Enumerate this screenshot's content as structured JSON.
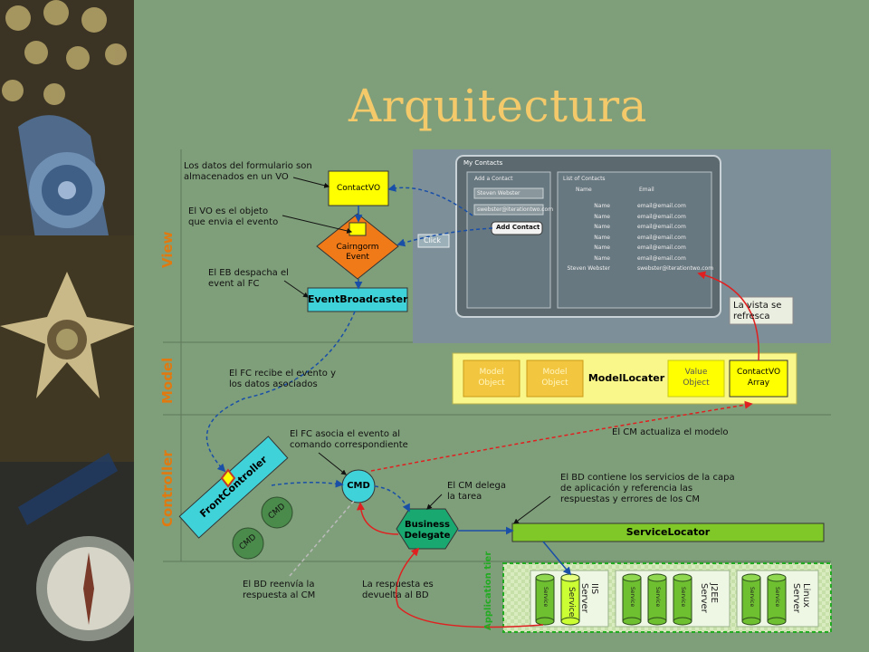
{
  "slide": {
    "title": "Arquitectura"
  },
  "colors": {
    "background": "#7f9f7a",
    "title": "#f3c96a",
    "layer_label": "#e07a10",
    "yellow_box": "#ffff00",
    "cyan_box": "#3fd2d8",
    "orange_diamond": "#f07a18",
    "green_box": "#7fc828"
  },
  "layers": {
    "view": "View",
    "model": "Model",
    "controller": "Controller",
    "application_tier": "Application tier"
  },
  "mockup": {
    "panel_title": "My Contacts",
    "form_title": "Add a Contact",
    "name_value": "Steven Webster",
    "email_value": "swebster@iterationtwo.com",
    "add_button": "Add Contact",
    "list_title": "List of Contacts",
    "col_name": "Name",
    "col_email": "Email",
    "rows": [
      {
        "name": "Name",
        "email": "email@email.com"
      },
      {
        "name": "Name",
        "email": "email@email.com"
      },
      {
        "name": "Name",
        "email": "email@email.com"
      },
      {
        "name": "Name",
        "email": "email@email.com"
      },
      {
        "name": "Name",
        "email": "email@email.com"
      },
      {
        "name": "Name",
        "email": "email@email.com"
      },
      {
        "name": "Steven Webster",
        "email": "swebster@iterationtwo.com"
      }
    ],
    "click_label": "Click"
  },
  "nodes": {
    "contact_vo": "ContactVO",
    "cairngorm_event": "Cairngorm\nEvent",
    "event_broadcaster": "EventBroadcaster",
    "model_object_1": "Model\nObject",
    "model_object_2": "Model\nObject",
    "model_locater": "ModelLocater",
    "value_object": "Value\nObject",
    "contact_vo_array": "ContactVO\nArray",
    "front_controller": "FrontController",
    "cmd_main": "CMD",
    "cmd_2": "CMD",
    "cmd_3": "CMD",
    "business_delegate": "Business\nDelegate",
    "service_locator": "ServiceLocator"
  },
  "annotations": {
    "form_data": "Los datos del formulario son\nalmacenados en un VO",
    "vo_event": "El VO es el objeto\nque envia el evento",
    "eb_dispatch": "El EB despacha el\nevent al FC",
    "view_refresh": "La vista se\nrefresca",
    "fc_receive": "El FC recibe el evento y\nlos datos asociados",
    "fc_associate": "El FC asocia el evento al\ncomando correspondiente",
    "cm_update": "El CM actualiza el modelo",
    "cm_delegate": "El CM delega\nla tarea",
    "bd_contains": "El BD contiene los servicios de la capa\nde aplicación y referencia las\nrespuestas y errores de los CM",
    "bd_forward": "El BD reenvía la\nrespuesta al CM",
    "response_returned": "La respuesta es\ndevuelta al BD"
  },
  "servers": [
    {
      "name": "IIS\nServer",
      "services": [
        "Service",
        "Service"
      ]
    },
    {
      "name": "J2EE\nServer",
      "services": [
        "Service",
        "Service",
        "Service"
      ]
    },
    {
      "name": "Linux\nServer",
      "services": [
        "Service",
        "Service"
      ]
    }
  ]
}
